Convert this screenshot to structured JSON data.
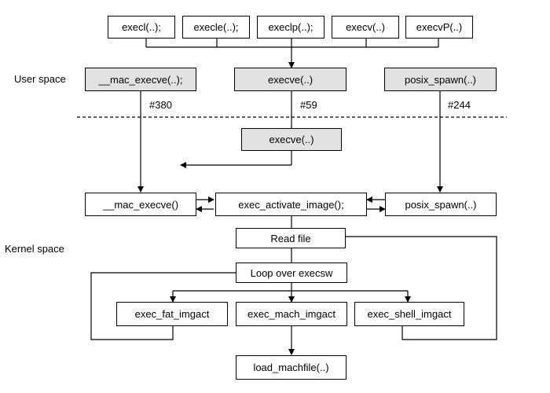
{
  "labels": {
    "user_space": "User space",
    "kernel_space": "Kernel space"
  },
  "exec_family": [
    "execl(..);",
    "execle(..);",
    "execlp(..);",
    "execv(..)",
    "execvP(..)"
  ],
  "user_calls": {
    "mac_execve": "__mac_execve(..);",
    "execve": "execve(..)",
    "posix_spawn": "posix_spawn(..)"
  },
  "syscall_numbers": {
    "mac_execve": "#380",
    "execve": "#59",
    "posix_spawn": "#244"
  },
  "kernel": {
    "execve_stub": "execve(..)",
    "mac_execve": "__mac_execve()",
    "exec_activate_image": "exec_activate_image();",
    "posix_spawn": "posix_spawn(..)",
    "read_file": "Read file",
    "loop_over_execsw": "Loop over execsw",
    "exec_fat_imgact": "exec_fat_imgact",
    "exec_mach_imgact": "exec_mach_imgact",
    "exec_shell_imgact": "exec_shell_imgact",
    "load_machfile": "load_machfile(..)"
  },
  "colors": {
    "shaded_box": "#e2e2e2",
    "line": "#000000"
  }
}
